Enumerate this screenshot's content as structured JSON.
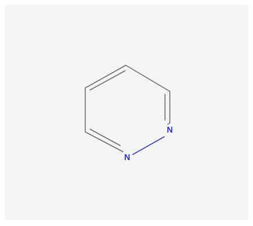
{
  "molecule": {
    "atoms": [
      {
        "id": "c1",
        "element": "C",
        "label": ""
      },
      {
        "id": "c2",
        "element": "C",
        "label": ""
      },
      {
        "id": "c3",
        "element": "C",
        "label": ""
      },
      {
        "id": "n1",
        "element": "N",
        "label": "N"
      },
      {
        "id": "n2",
        "element": "N",
        "label": "N"
      },
      {
        "id": "c4",
        "element": "C",
        "label": ""
      }
    ],
    "colors": {
      "background": "#f5f5f5",
      "bond": "#666666",
      "nitrogen": "#2a2ad0"
    }
  }
}
